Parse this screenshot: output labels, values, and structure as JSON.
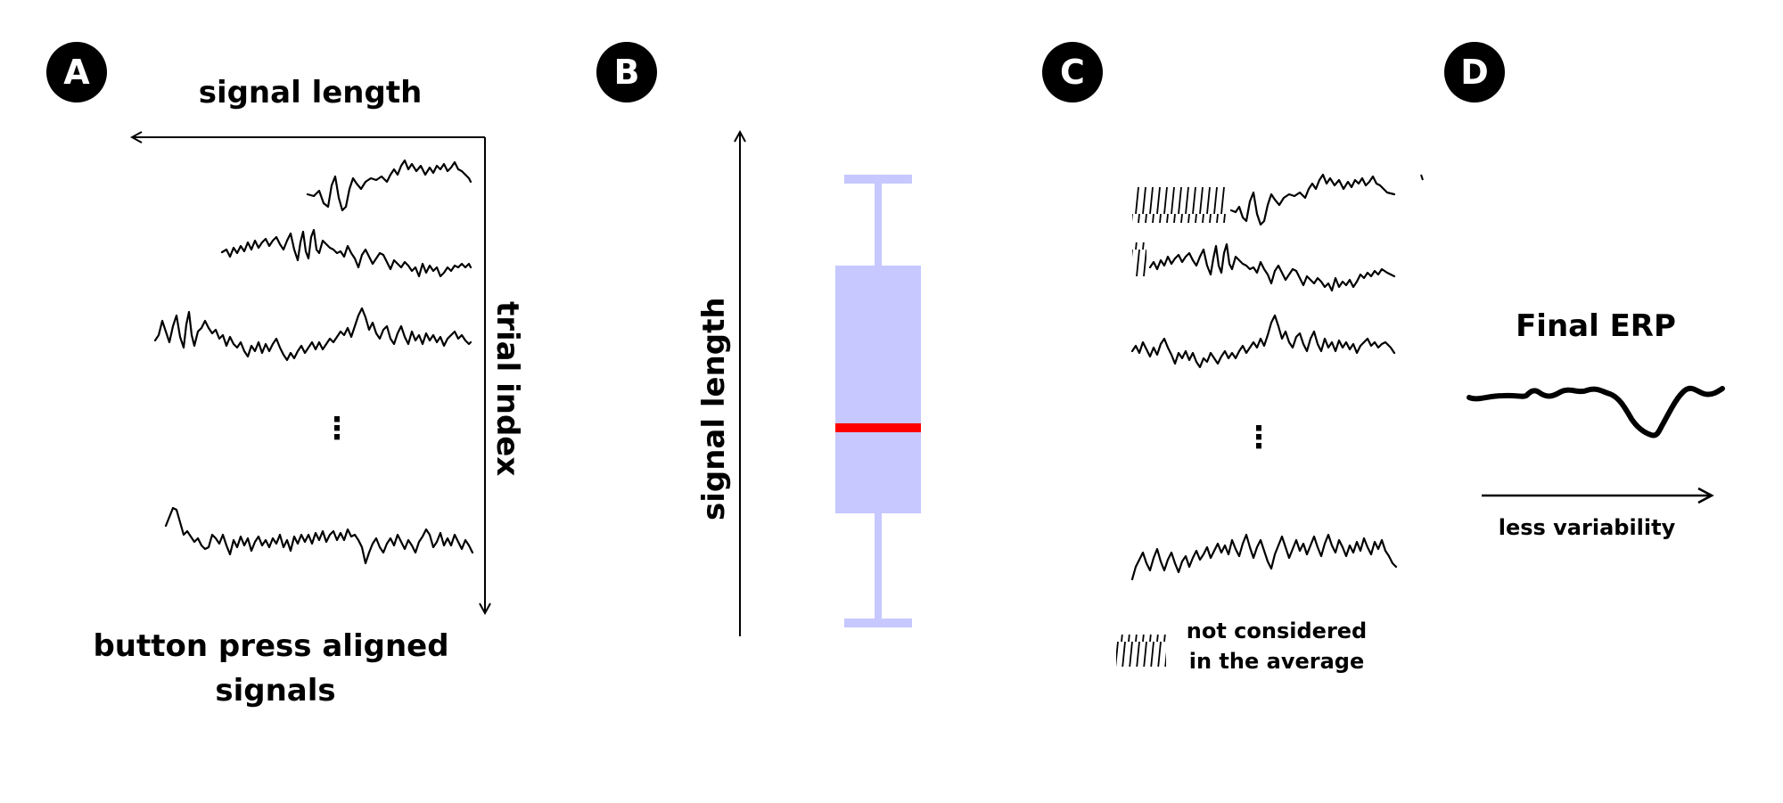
{
  "colors": {
    "box_fill": "#c6c8ff",
    "median": "#ff0000",
    "ink": "#000000",
    "badge": "#000000"
  },
  "panels": {
    "a": {
      "letter": "A",
      "top_label": "signal length",
      "side_label": "trial index",
      "bottom_label_line1": "button press aligned",
      "bottom_label_line2": "signals",
      "ellipsis": "⋮"
    },
    "b": {
      "letter": "B",
      "axis_label": "signal length"
    },
    "c": {
      "letter": "C",
      "ellipsis": "⋮",
      "legend_line1": "not considered",
      "legend_line2": "in the average",
      "legend_icon": "hatch-pattern-icon"
    },
    "d": {
      "letter": "D",
      "title": "Final ERP",
      "arrow_label": "less variability"
    }
  }
}
